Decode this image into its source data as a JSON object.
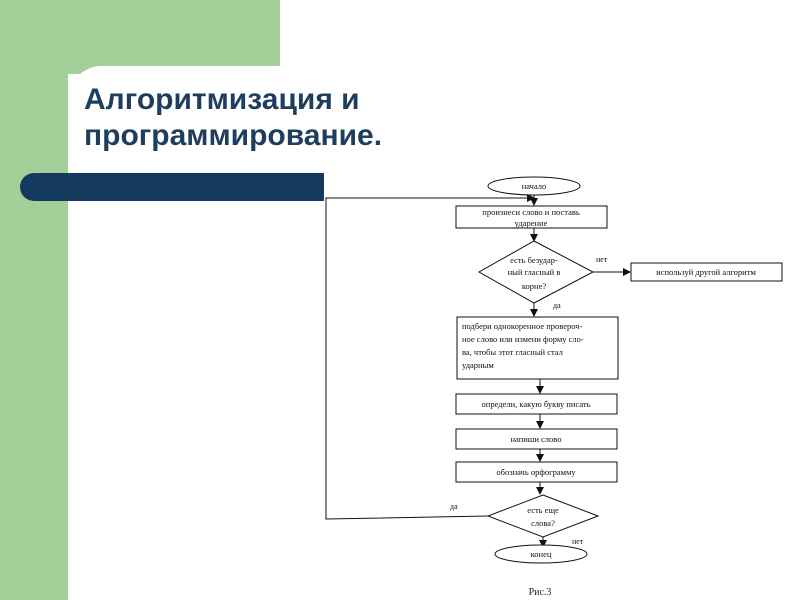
{
  "slide": {
    "title_line1": "Алгоритмизация и",
    "title_line2": "программирование."
  },
  "flowchart": {
    "start": "начало",
    "step1_line1": "произнеси слово и поставь",
    "step1_line2": "ударение",
    "decision1_line1": "есть безудар-",
    "decision1_line2": "ный гласный в",
    "decision1_line3": "корне?",
    "no_label_1": "нет",
    "alt_action": "используй другой алгоритм",
    "yes_label_1": "да",
    "step2_line1": "подбери однокоренное провероч-",
    "step2_line2": "ное слово или измени форму сло-",
    "step2_line3": "ва, чтобы этот гласный стал",
    "step2_line4": "ударным",
    "step3": "определи, какую букву писать",
    "step4": "напиши слово",
    "step5": "обозначь орфограмму",
    "decision2_line1": "есть еще",
    "decision2_line2": "слова?",
    "yes_label_2": "да",
    "no_label_2": "нет",
    "end": "конец",
    "caption": "Рис.3"
  }
}
